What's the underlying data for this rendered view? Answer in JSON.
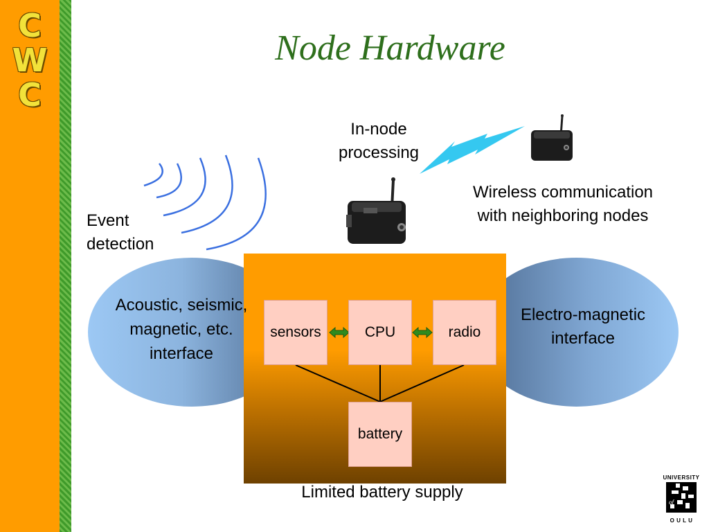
{
  "title": "Node Hardware",
  "logo": {
    "letters": [
      "C",
      "W",
      "C"
    ],
    "colors": {
      "orange": "#ff9c00",
      "green": "#3f9a2a",
      "letter": "#f2e23a"
    }
  },
  "labels": {
    "in_node_processing": [
      "In-node",
      "processing"
    ],
    "wireless": [
      "Wireless communication",
      "with neighboring nodes"
    ],
    "event_detection": [
      "Event",
      "detection"
    ],
    "left_interface": [
      "Acoustic, seismic,",
      "magnetic, etc.",
      "interface"
    ],
    "right_interface": [
      "Electro-magnetic",
      "interface"
    ],
    "battery_supply": "Limited battery supply"
  },
  "components": {
    "sensors": "sensors",
    "cpu": "CPU",
    "radio": "radio",
    "battery": "battery"
  },
  "university_logo": {
    "top": "UNIVERSITY",
    "of": "of",
    "bottom": "O U L U"
  },
  "colors": {
    "title": "#2e6f1c",
    "component_fill": "#ffcfc2",
    "arrow": "#2f8a1e",
    "waves": "#3a6fe0",
    "lightning": "#35c8f0"
  }
}
